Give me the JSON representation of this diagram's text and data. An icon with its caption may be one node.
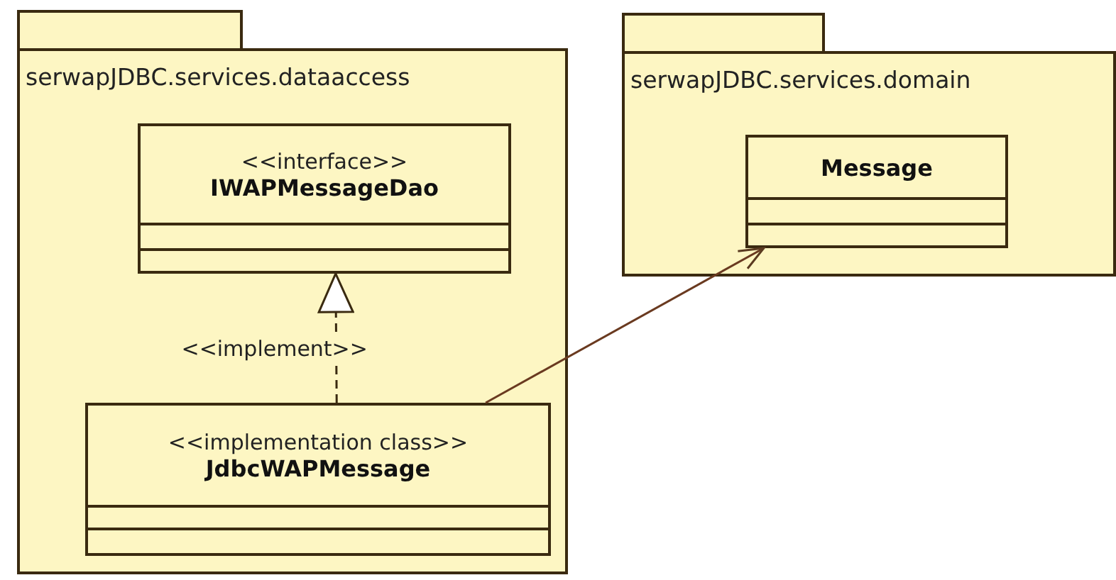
{
  "diagram": {
    "nodes": [
      {
        "text": [
          "serwapJDBC.services.dataaccess"
        ]
      },
      {
        "text": [
          "<<interface>>",
          "IWAPMessageDao"
        ],
        "in": 0
      },
      {
        "text": [
          "<<implementation class>>",
          "JdbcWAPMessage"
        ],
        "in": 0
      },
      {
        "text": [
          "serwapJDBC.services.domain"
        ]
      },
      {
        "text": [
          "Message"
        ],
        "in": 3
      }
    ],
    "edges": [
      {
        "from": 2,
        "to": 1,
        "arrow": "to",
        "style": "dashed",
        "label": "<<implement>>"
      },
      {
        "from": 2,
        "to": 4,
        "arrow": "to"
      }
    ]
  }
}
